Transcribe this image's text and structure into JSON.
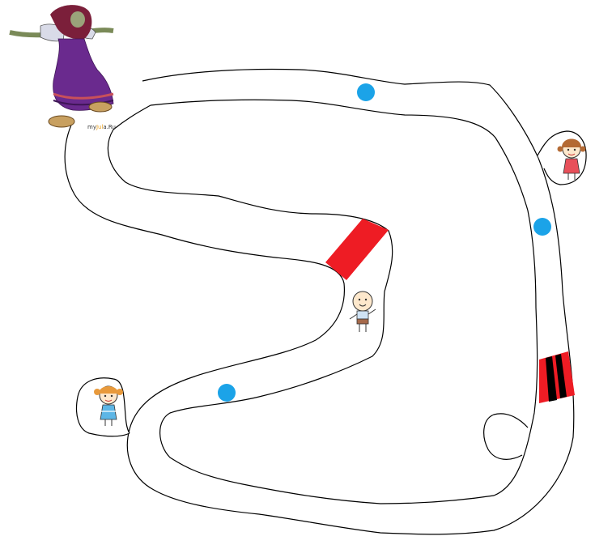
{
  "game": {
    "watermark": {
      "prefix": "my",
      "brand": "Jul",
      "suffix": "a.Ru"
    },
    "colors": {
      "path_outline": "#000000",
      "background": "#ffffff",
      "marker": "#1ba3e8",
      "barrier": "#ee1c24",
      "barrier_stripe": "#000000",
      "robe": "#6a2a8e",
      "scarf": "#7b1f3a"
    },
    "characters": [
      "witch",
      "boy",
      "girl-left",
      "girl-right"
    ],
    "icons": [
      "blue-dot-marker",
      "red-barrier",
      "red-black-barrier"
    ]
  }
}
